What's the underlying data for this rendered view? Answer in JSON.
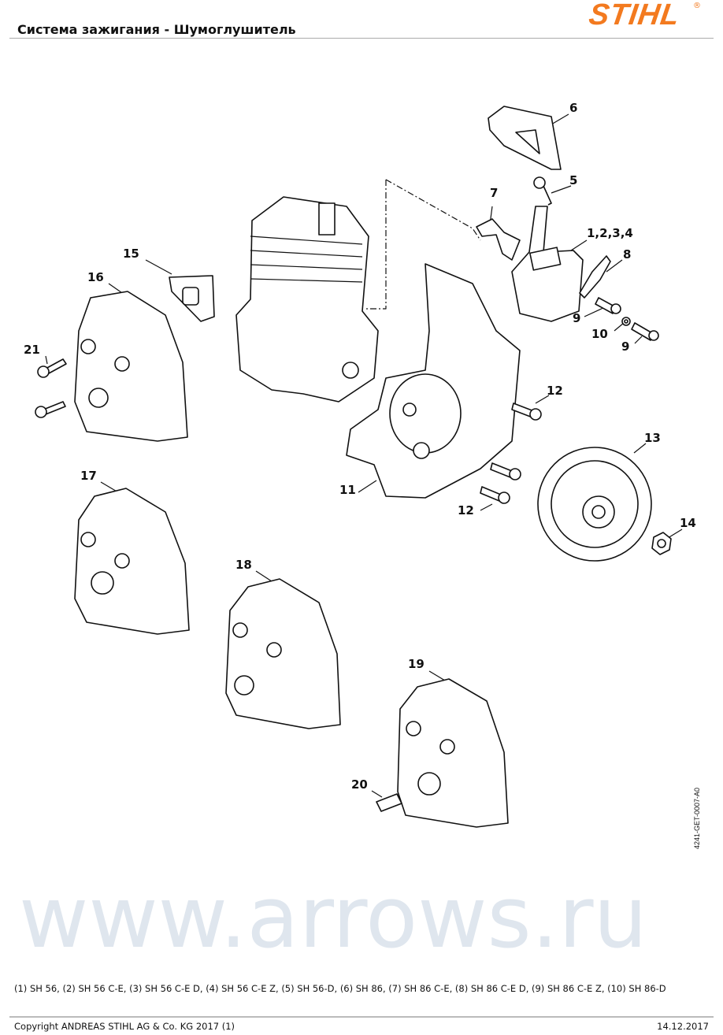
{
  "header": {
    "title": "Система зажигания - Шумоглушитель",
    "logo_text": "STIHL",
    "logo_mark": "®",
    "brand_color": "#f37a1f"
  },
  "watermark": "www.arrows.ru",
  "callouts": [
    "6",
    "5",
    "7",
    "1,2,3,4",
    "8",
    "9",
    "10",
    "9",
    "12",
    "13",
    "15",
    "16",
    "21",
    "11",
    "12",
    "14",
    "17",
    "18",
    "19",
    "20"
  ],
  "doc_id": "4241-GET-0007-A0",
  "footer": {
    "models": "(1) SH 56, (2) SH 56 C-E, (3) SH 56 C-E D, (4) SH 56 C-E Z, (5) SH 56-D, (6) SH 86, (7) SH 86 C-E, (8) SH 86 C-E D, (9) SH 86 C-E Z, (10) SH 86-D",
    "copyright": "Copyright ANDREAS STIHL AG & Co. KG 2017 (1)",
    "date": "14.12.2017"
  }
}
